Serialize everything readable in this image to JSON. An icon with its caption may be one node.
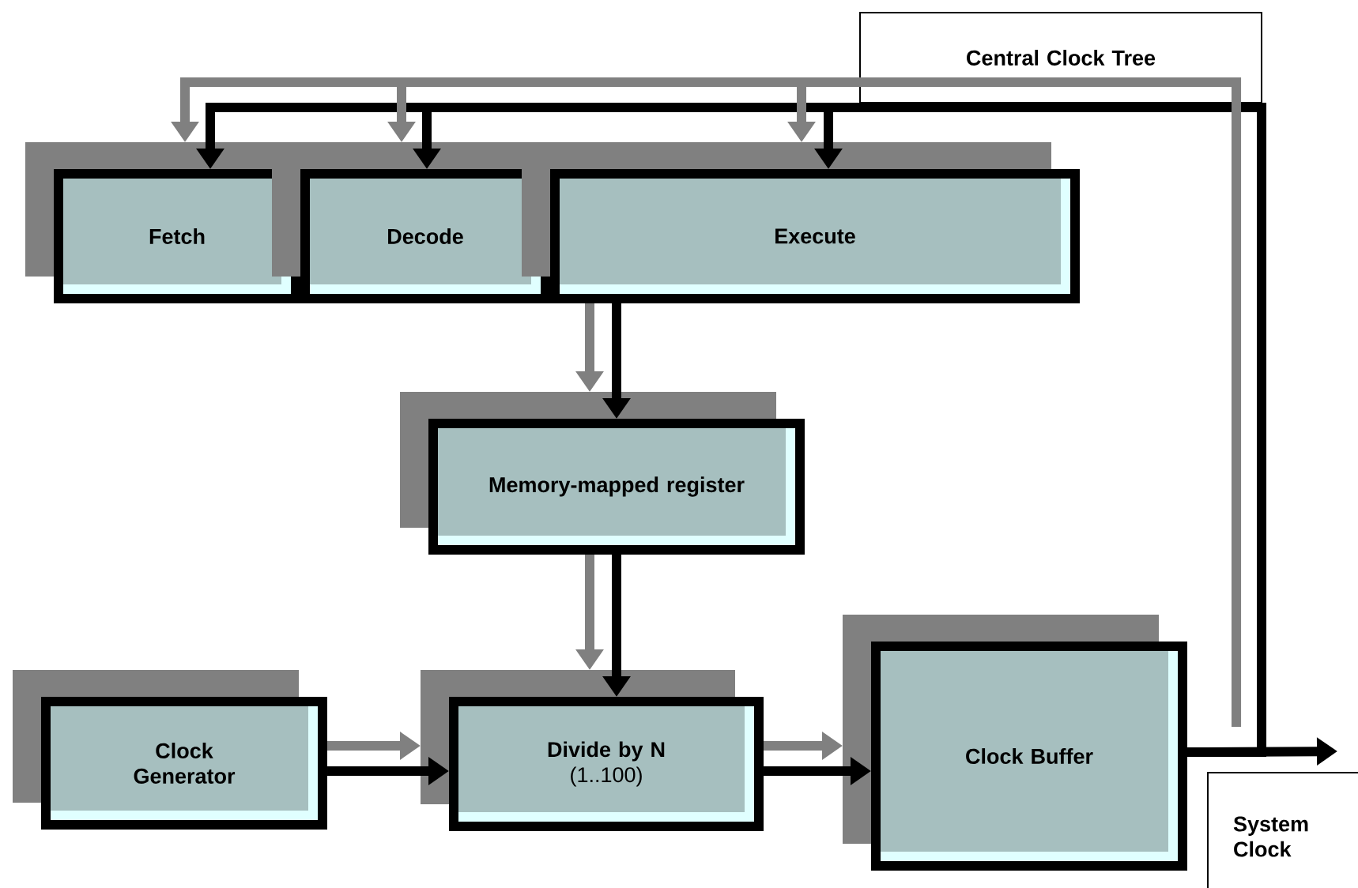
{
  "diagram": {
    "nodes": [
      {
        "text": [
          "Fetch"
        ]
      },
      {
        "text": [
          "Decode"
        ]
      },
      {
        "text": [
          "Execute"
        ]
      },
      {
        "text": [
          "Memory-mapped register"
        ]
      },
      {
        "text": [
          "Clock Generator"
        ]
      },
      {
        "text": [
          "Divide by N",
          "(1..100)"
        ]
      },
      {
        "text": [
          "Clock Buffer"
        ]
      },
      {
        "text": [
          "Central Clock Tree"
        ]
      },
      {
        "text": [
          "System Clock"
        ]
      }
    ],
    "edges": [
      {
        "from": 4,
        "to": 5,
        "arrow": "to"
      },
      {
        "from": 4,
        "to": 5,
        "arrow": "to",
        "color": "#808080"
      },
      {
        "from": 5,
        "to": 6,
        "arrow": "to"
      },
      {
        "from": 5,
        "to": 6,
        "arrow": "to",
        "color": "#808080"
      },
      {
        "from": 2,
        "to": 3,
        "arrow": "to"
      },
      {
        "from": 2,
        "to": 3,
        "arrow": "to",
        "color": "#808080"
      },
      {
        "from": 3,
        "to": 5,
        "arrow": "to"
      },
      {
        "from": 3,
        "to": 5,
        "arrow": "to",
        "color": "#808080"
      },
      {
        "from": 6,
        "to": 0,
        "arrow": "to"
      },
      {
        "from": 6,
        "to": 1,
        "arrow": "to"
      },
      {
        "from": 6,
        "to": 2,
        "arrow": "to"
      },
      {
        "from": 6,
        "to": 8,
        "arrow": "to"
      },
      {
        "from": null,
        "to": 0,
        "arrow": "to",
        "color": "#808080"
      },
      {
        "from": null,
        "to": 1,
        "arrow": "to",
        "color": "#808080"
      },
      {
        "from": null,
        "to": 2,
        "arrow": "to",
        "color": "#808080"
      }
    ]
  }
}
